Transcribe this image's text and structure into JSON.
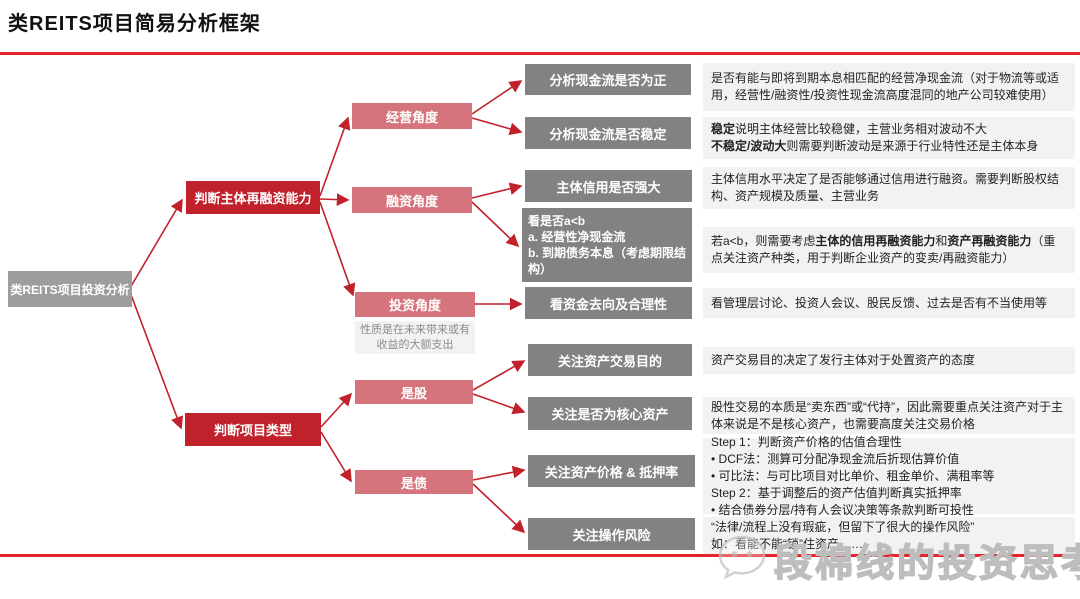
{
  "title": "类REITS项目简易分析框架",
  "colors": {
    "accent_red": "#c1212b",
    "pink": "#d6747d",
    "root_gray": "#9d9d9d",
    "leaf_gray": "#828282",
    "panel_gray": "#f2f2f2",
    "rule_red": "#e4232b"
  },
  "root": {
    "label": "类REITS项目投资分析"
  },
  "branches": {
    "refinance": {
      "label": "判断主体再融资能力"
    },
    "project_type": {
      "label": "判断项目类型"
    }
  },
  "angles": {
    "operating": {
      "label": "经营角度"
    },
    "financing": {
      "label": "融资角度"
    },
    "investing": {
      "label": "投资角度"
    },
    "equity": {
      "label": "是股"
    },
    "debt": {
      "label": "是债"
    }
  },
  "investing_note": {
    "lines": [
      [
        {
          "t": "性质是在未来带来或有"
        }
      ],
      [
        {
          "t": "收益的大额支出"
        }
      ]
    ]
  },
  "leaves": [
    {
      "lines": [
        [
          {
            "t": "分析现金流是否为正"
          }
        ]
      ]
    },
    {
      "lines": [
        [
          {
            "t": "分析现金流是否稳定"
          }
        ]
      ]
    },
    {
      "lines": [
        [
          {
            "t": "主体信用是否强大"
          }
        ]
      ]
    },
    {
      "lines": [
        [
          {
            "t": "看是否"
          },
          {
            "t": "a<b",
            "b": true
          }
        ],
        [
          {
            "t": "a. 经营性净现金流"
          }
        ],
        [
          {
            "t": "b. 到期债务本息（考虑期限结构）"
          }
        ]
      ]
    },
    {
      "lines": [
        [
          {
            "t": "看资金去向及合理性"
          }
        ]
      ]
    },
    {
      "lines": [
        [
          {
            "t": "关注资产交易目的"
          }
        ]
      ]
    },
    {
      "lines": [
        [
          {
            "t": "关注是否为核心资产"
          }
        ]
      ]
    },
    {
      "lines": [
        [
          {
            "t": "关注资产价格 & 抵押率"
          }
        ]
      ]
    },
    {
      "lines": [
        [
          {
            "t": "关注操作风险"
          }
        ]
      ]
    }
  ],
  "details": [
    {
      "lines": [
        [
          {
            "t": "是否有能与即将到期本息相匹配的经营净现金流（对于物流等或适用，经营性/融资性/投资性现金流高度混同的地产公司较难使用）"
          }
        ]
      ]
    },
    {
      "lines": [
        [
          {
            "t": "稳定",
            "b": true
          },
          {
            "t": "说明主体经营比较稳健，主营业务相对波动不大"
          }
        ],
        [
          {
            "t": "不稳定/波动大",
            "b": true
          },
          {
            "t": "则需要判断波动是来源于行业特性还是主体本身"
          }
        ]
      ]
    },
    {
      "lines": [
        [
          {
            "t": "主体信用水平决定了是否能够通过信用进行融资。需要判断股权结构、资产规模及质量、主营业务"
          }
        ]
      ]
    },
    {
      "lines": [
        [
          {
            "t": "若a<b，则需要考虑"
          },
          {
            "t": "主体的信用再融资能力",
            "b": true
          },
          {
            "t": "和"
          },
          {
            "t": "资产再融资能力",
            "b": true
          },
          {
            "t": "（重点关注资产种类，用于判断企业资产的变卖/再融资能力）"
          }
        ]
      ]
    },
    {
      "lines": [
        [
          {
            "t": "看管理层讨论、投资人会议、股民反馈、过去是否有不当使用等"
          }
        ]
      ]
    },
    {
      "lines": [
        [
          {
            "t": "资产交易目的决定了发行主体对于处置资产的态度"
          }
        ]
      ]
    },
    {
      "lines": [
        [
          {
            "t": "股性交易的本质是“卖东西”或“代持”，因此需要重点关注资产对于主体来说是不是核心资产，也需要高度关注交易价格"
          }
        ]
      ]
    },
    {
      "lines": [
        [
          {
            "t": "Step 1：判断资产价格的估值合理性"
          }
        ],
        [
          {
            "t": "•    DCF法：测算可分配净现金流后折现估算价值"
          }
        ],
        [
          {
            "t": "•    可比法：与可比项目对比单价、租金单价、满租率等"
          }
        ],
        [
          {
            "t": "Step 2：基于调整后的资产估值判断真实抵押率"
          }
        ],
        [
          {
            "t": "•    结合债券分层/持有人会议决策等条款判断可投性"
          }
        ]
      ]
    },
    {
      "lines": [
        [
          {
            "t": "“法律/流程上没有瑕疵，但留下了很大的操作风险”"
          }
        ],
        [
          {
            "t": "如：看能不能“锁”住资产、…"
          }
        ]
      ]
    }
  ],
  "watermark": {
    "icon": "wechat-icon",
    "text": "段棉线的投资思考"
  }
}
